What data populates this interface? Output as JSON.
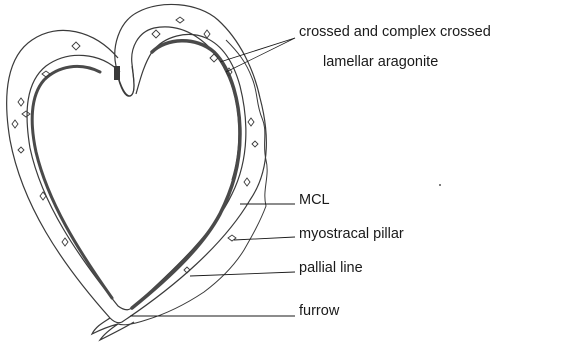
{
  "figure": {
    "labels": {
      "crossed_line1": "crossed and complex crossed",
      "crossed_line2": "lamellar aragonite",
      "mcl": "MCL",
      "myostracal_pillar": "myostracal pillar",
      "pallial_line": "pallial line",
      "furrow": "furrow"
    },
    "colors": {
      "ink": "#1a1a1a",
      "shell_outline": "#3a3a3a",
      "mcl_layer": "#4a4a4a",
      "background": "#ffffff"
    }
  }
}
